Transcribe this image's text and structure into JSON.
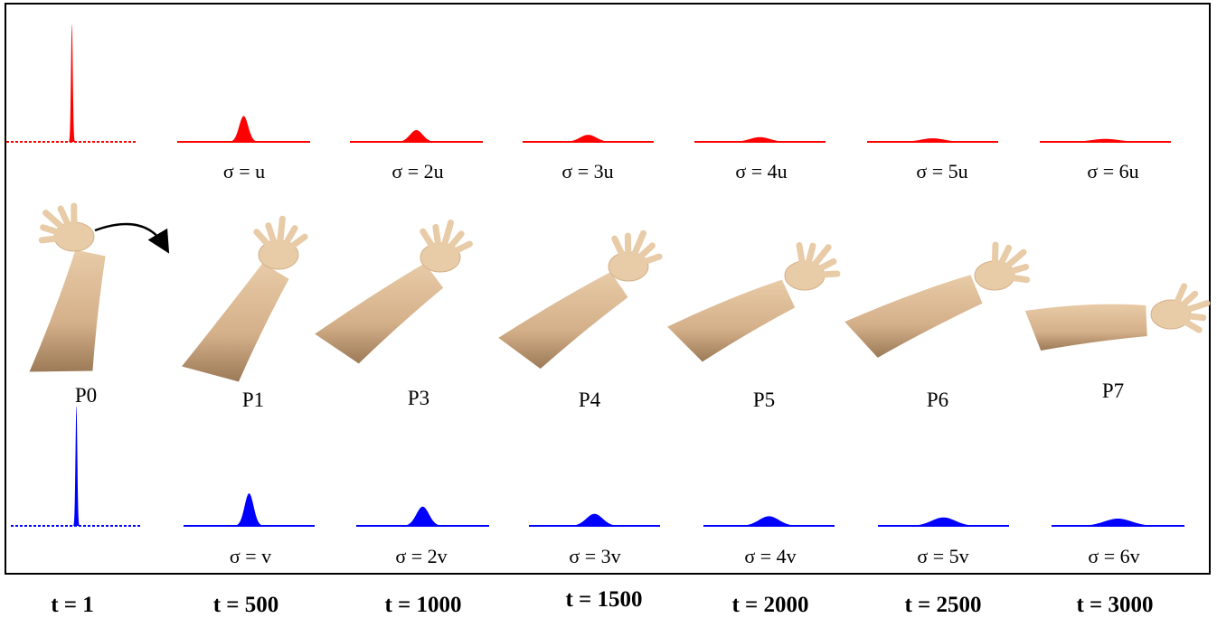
{
  "colors": {
    "top_curve": "#ff0000",
    "bottom_curve": "#0000ff",
    "skin_light": "#e8cba7",
    "skin_mid": "#d4b08a",
    "skin_dark": "#9c7a57",
    "arrow": "#000000"
  },
  "top_row": {
    "amplitudes": [
      1.0,
      0.22,
      0.1,
      0.06,
      0.04,
      0.03,
      0.025
    ],
    "widths": [
      1,
      5,
      7,
      9,
      11,
      13,
      15
    ],
    "labels": [
      "σ = u",
      "σ = 2u",
      "σ = 3u",
      "σ = 4u",
      "σ = 5u",
      "σ = 6u"
    ]
  },
  "poses": {
    "labels": [
      "P0",
      "P1",
      "P3",
      "P4",
      "P5",
      "P6",
      "P7"
    ],
    "arm_angles_deg": [
      90,
      65,
      50,
      40,
      30,
      20,
      5
    ]
  },
  "bottom_row": {
    "amplitudes": [
      1.0,
      0.27,
      0.16,
      0.1,
      0.08,
      0.07,
      0.06
    ],
    "widths": [
      1,
      5,
      7,
      9,
      11,
      13,
      15
    ],
    "labels": [
      "σ = v",
      "σ = 2v",
      "σ = 3v",
      "σ = 4v",
      "σ = 5v",
      "σ = 6v"
    ]
  },
  "time_labels": [
    "t = 1",
    "t = 500",
    "t = 1000",
    "t = 1500",
    "t = 2000",
    "t = 2500",
    "t = 3000"
  ]
}
